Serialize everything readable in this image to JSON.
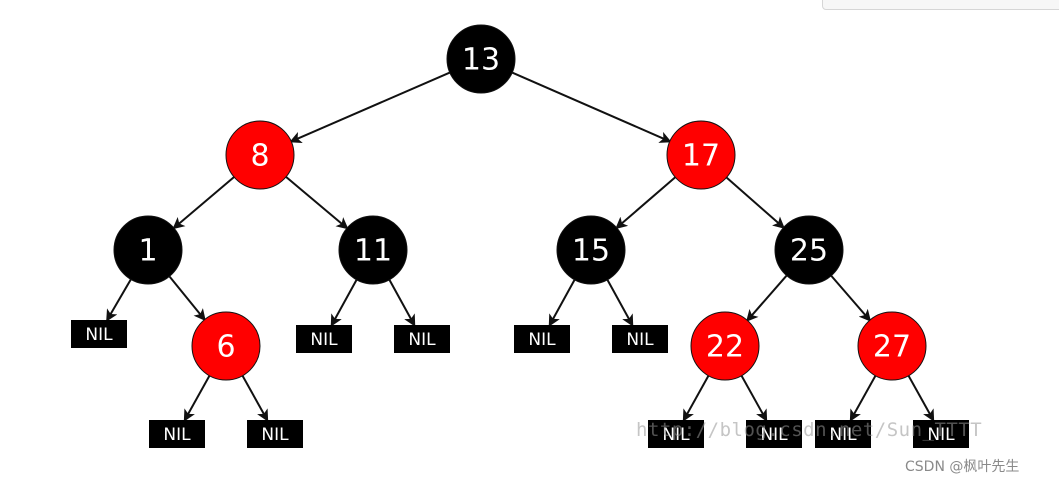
{
  "colors": {
    "red": "#ff0000",
    "black": "#000000",
    "edge": "#111111",
    "label": "#ffffff"
  },
  "nodes": [
    {
      "id": "n13",
      "label": "13",
      "color": "black"
    },
    {
      "id": "n8",
      "label": "8",
      "color": "red"
    },
    {
      "id": "n17",
      "label": "17",
      "color": "red"
    },
    {
      "id": "n1",
      "label": "1",
      "color": "black"
    },
    {
      "id": "n11",
      "label": "11",
      "color": "black"
    },
    {
      "id": "n15",
      "label": "15",
      "color": "black"
    },
    {
      "id": "n25",
      "label": "25",
      "color": "black"
    },
    {
      "id": "n6",
      "label": "6",
      "color": "red"
    },
    {
      "id": "n22",
      "label": "22",
      "color": "red"
    },
    {
      "id": "n27",
      "label": "27",
      "color": "red"
    }
  ],
  "nil_label": "NIL",
  "leaves": [
    {
      "id": "nil-1-left",
      "parent": "n1"
    },
    {
      "id": "nil-6-left",
      "parent": "n6"
    },
    {
      "id": "nil-6-right",
      "parent": "n6"
    },
    {
      "id": "nil-11-left",
      "parent": "n11"
    },
    {
      "id": "nil-11-right",
      "parent": "n11"
    },
    {
      "id": "nil-15-left",
      "parent": "n15"
    },
    {
      "id": "nil-15-right",
      "parent": "n15"
    },
    {
      "id": "nil-22-left",
      "parent": "n22"
    },
    {
      "id": "nil-22-right",
      "parent": "n22"
    },
    {
      "id": "nil-27-left",
      "parent": "n27"
    },
    {
      "id": "nil-27-right",
      "parent": "n27"
    }
  ],
  "edges": [
    [
      "n13",
      "n8"
    ],
    [
      "n13",
      "n17"
    ],
    [
      "n8",
      "n1"
    ],
    [
      "n8",
      "n11"
    ],
    [
      "n17",
      "n15"
    ],
    [
      "n17",
      "n25"
    ],
    [
      "n1",
      "nil-1-left"
    ],
    [
      "n1",
      "n6"
    ],
    [
      "n6",
      "nil-6-left"
    ],
    [
      "n6",
      "nil-6-right"
    ],
    [
      "n11",
      "nil-11-left"
    ],
    [
      "n11",
      "nil-11-right"
    ],
    [
      "n15",
      "nil-15-left"
    ],
    [
      "n15",
      "nil-15-right"
    ],
    [
      "n25",
      "n22"
    ],
    [
      "n25",
      "n27"
    ],
    [
      "n22",
      "nil-22-left"
    ],
    [
      "n22",
      "nil-22-right"
    ],
    [
      "n27",
      "nil-27-left"
    ],
    [
      "n27",
      "nil-27-right"
    ]
  ],
  "watermark": {
    "url": "http://blog.csdn.net/Sun_TTTT",
    "credit": "CSDN @枫叶先生"
  }
}
